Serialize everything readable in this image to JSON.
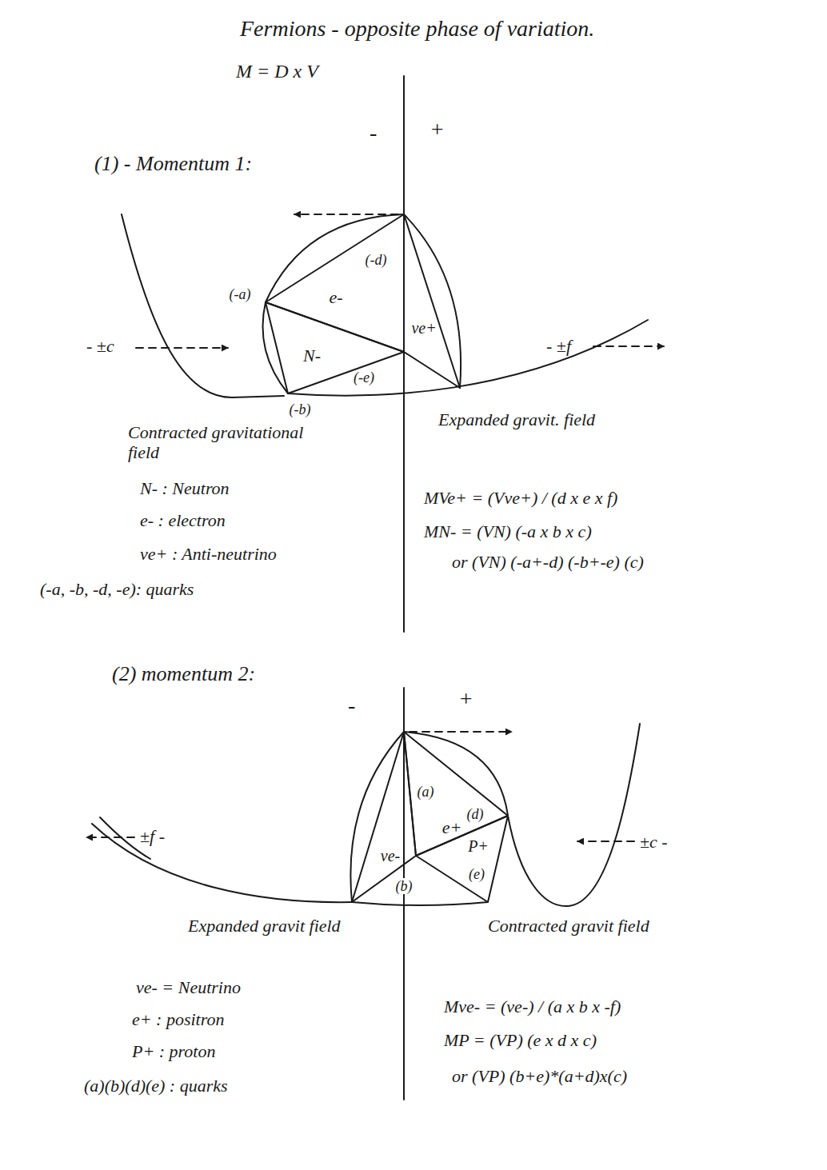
{
  "diagram": {
    "title": "Fermions - opposite phase of variation.",
    "nodes": [
      {
        "text": [
          "e-"
        ]
      },
      {
        "text": [
          "ve+"
        ]
      },
      {
        "text": [
          "N-"
        ]
      },
      {
        "text": [
          "e+"
        ]
      },
      {
        "text": [
          "ve-"
        ]
      },
      {
        "text": [
          "P+"
        ]
      }
    ],
    "labels": [
      "M = D x V",
      "-",
      "+",
      "(1) - Momentum 1:",
      "(-d)",
      "(-a)",
      "- ±c",
      "- ±f",
      "(-b)",
      "(-e)",
      "Contracted gravitational field",
      "Expanded gravit. field",
      "N- : Neutron",
      "e- : electron",
      "ve+ : Anti-neutrino",
      "(-a, -b, -d, -e): quarks",
      "MVe+ = (Vve+) / (d x e x f)",
      "MN- = (VN) (-a x b x c)",
      "or (VN) (-a+-d) (-b+-e) (c)",
      "(2) momentum 2:",
      "-",
      "+",
      "(a)",
      "(d)",
      "(b)",
      "(e)",
      "±f -",
      "±c -",
      "Expanded gravit field",
      "Contracted gravit field",
      "ve- = Neutrino",
      "e+ : positron",
      "P+ : proton",
      "(a)(b)(d)(e) : quarks",
      "Mve- = (ve-) / (a x b x -f)",
      "MP = (VP) (e x d x c)",
      "or (VP) (b+e)*(a+d)x(c)"
    ]
  }
}
